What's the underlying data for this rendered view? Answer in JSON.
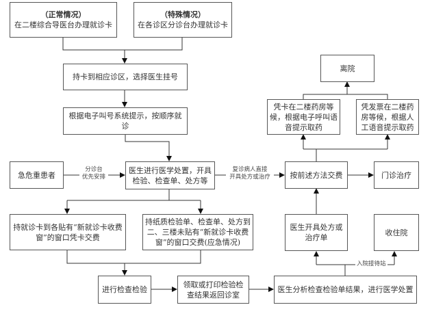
{
  "nodes": {
    "normal_card": {
      "line1": "（正常情况）",
      "line2": "在二楼综合导医台办理就诊卡"
    },
    "special_card": {
      "line1": "（特殊情况）",
      "line2": "在各诊区分诊台办理就诊卡"
    },
    "register": "持卡到相应诊区，选择医生挂号",
    "queue": "根据电子叫号系统提示，按顺序就诊",
    "emergency": "急危重患者",
    "doctor_treat": "医生进行医学处置，开具检验、检查单、处方等",
    "pay_card": "持就诊卡到各贴有“新就诊卡收费窗”的窗口凭卡交费",
    "pay_paper": "持纸质检验单、检查单、处方到二、三楼未贴有“新就诊卡收费窗”的窗口交费(应急情况)",
    "exam": "进行检查检验",
    "get_results": "领取或打印检验检查结果返回诊室",
    "analyze": "医生分析检查检验单结果，进行医学处置",
    "prescribe": "医生开具处方或治疗单",
    "admit": "收住院",
    "pay_same": "按前述方法交费",
    "outpatient": "门诊治疗",
    "pharmacy_card": "凭卡在二楼药房等候，根据电子呼叫语音提示取药",
    "pharmacy_invoice": "凭发票在二楼药房等候，根据人工语音提示取药",
    "discharge": "离院"
  },
  "edge_labels": {
    "triage_priority": {
      "line1": "分诊台",
      "line2": "优先安排"
    },
    "revisit_direct": {
      "line1": "复诊病人直接",
      "line2": "开具处方或治疗"
    },
    "admission_station": "入院接待站"
  }
}
